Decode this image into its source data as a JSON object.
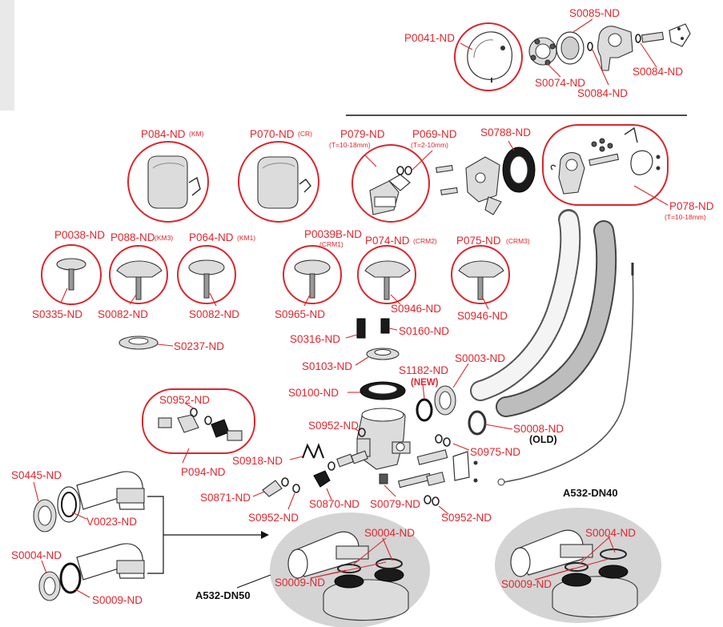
{
  "colors": {
    "label": "#e0262d",
    "ring": "#d9262d",
    "callout_text": "#111111",
    "drain_backdrop": "#d4d4d4",
    "sidebar": "#e9e9e9"
  },
  "labels": {
    "p0041": "P0041-ND",
    "s0085": "S0085-ND",
    "s0074": "S0074-ND",
    "s0084_a": "S0084-ND",
    "s0084_b": "S0084-ND",
    "p084": "P084-ND",
    "p084_sup": "(KM)",
    "p070": "P070-ND",
    "p070_sup": "(CR)",
    "p079": "P079-ND",
    "p079_sub": "(T=10-18mm)",
    "p069": "P069-ND",
    "p069_sub": "(T=2-10mm)",
    "s0788": "S0788-ND",
    "p078": "P078-ND",
    "p078_sub": "(T=10-18mm)",
    "p0038": "P0038-ND",
    "p088": "P088-ND",
    "p088_sup": "(KM3)",
    "p064": "P064-ND",
    "p064_sup": "(KM1)",
    "p0039b": "P0039B-ND",
    "p0039b_sub": "(CRM1)",
    "p074": "P074-ND",
    "p074_sup": "(CRM2)",
    "p075": "P075-ND",
    "p075_sup": "(CRM3)",
    "s0335": "S0335-ND",
    "s0082_a": "S0082-ND",
    "s0082_b": "S0082-ND",
    "s0965": "S0965-ND",
    "s0946_a": "S0946-ND",
    "s0946_b": "S0946-ND",
    "s0237": "S0237-ND",
    "s0316": "S0316-ND",
    "s0160": "S0160-ND",
    "s0103": "S0103-ND",
    "s1182": "S1182-ND",
    "s1182_new": "(NEW)",
    "s0003": "S0003-ND",
    "s0100": "S0100-ND",
    "s0952_box": "S0952-ND",
    "s0952_mid": "S0952-ND",
    "s0952_bot": "S0952-ND",
    "s0952_right": "S0952-ND",
    "s0008": "S0008-ND",
    "s0008_old": "(OLD)",
    "s0975": "S0975-ND",
    "p094": "P094-ND",
    "s0918": "S0918-ND",
    "s0445": "S0445-ND",
    "v0023": "V0023-ND",
    "s0871": "S0871-ND",
    "s0870": "S0870-ND",
    "s0079": "S0079-ND",
    "s0004_left": "S0004-ND",
    "s0009_left": "S0009-ND",
    "s0004_mid": "S0004-ND",
    "s0009_mid": "S0009-ND",
    "s0004_right": "S0004-ND",
    "s0009_right": "S0009-ND",
    "a532_dn50": "A532-DN50",
    "a532_dn40": "A532-DN40"
  }
}
